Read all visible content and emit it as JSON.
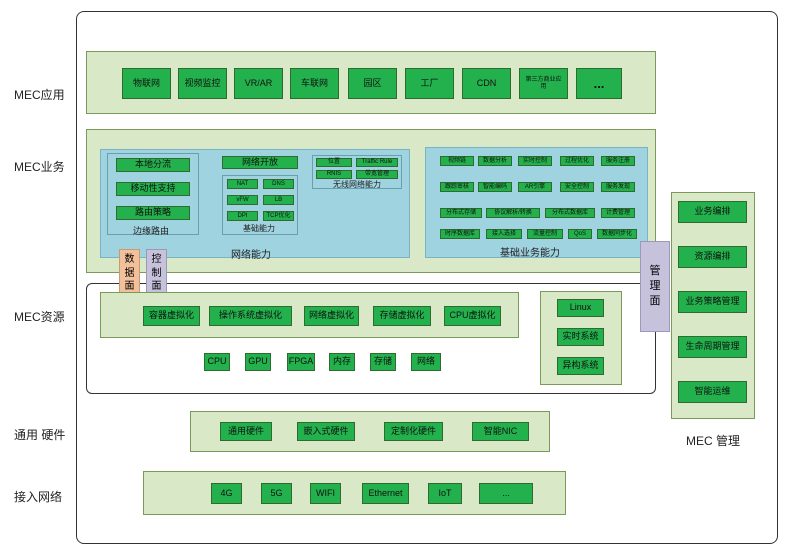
{
  "left_labels": {
    "apps": "MEC应用",
    "business": "MEC业务",
    "resources": "MEC资源",
    "hardware": "通用 硬件",
    "access": "接入网络"
  },
  "apps": [
    "物联网",
    "视频监控",
    "VR/AR",
    "车联网",
    "园区",
    "工厂",
    "CDN",
    "第三方商业应用",
    "..."
  ],
  "edge_routing": {
    "title": "边缘路由",
    "items": [
      "本地分流",
      "移动性支持",
      "路由策略"
    ]
  },
  "network_open": {
    "title": "网络开放",
    "items": [
      "NAT",
      "DNS",
      "vFW",
      "LB",
      "DPI",
      "TCP优化"
    ],
    "caption": "基础能力"
  },
  "wireless": {
    "items": [
      "位置",
      "Traffic Rule",
      "RNIS",
      "带宽管理"
    ],
    "caption": "无线网络能力"
  },
  "network_capability_title": "网络能力",
  "basic_business": {
    "title": "基础业务能力",
    "items": [
      "视频链",
      "数据分析",
      "实时控制",
      "过程优化",
      "服务注册",
      "跟踪审核",
      "智能编码",
      "AR引擎",
      "安全控制",
      "服务发现",
      "分布式存储",
      "协议解析/转换",
      "分布式数据库",
      "计费管理",
      "时序数据库",
      "接入选择",
      "流量控制",
      "QoS",
      "数据同步化"
    ]
  },
  "data_plane": "数据面",
  "control_plane": "控制面",
  "management_plane": "管理面",
  "virtualization": [
    "容器虚拟化",
    "操作系统虚拟化",
    "网络虚拟化",
    "存储虚拟化",
    "CPU虚拟化"
  ],
  "physical": [
    "CPU",
    "GPU",
    "FPGA",
    "内存",
    "存储",
    "网络"
  ],
  "os": [
    "Linux",
    "实时系统",
    "异构系统"
  ],
  "hardware": [
    "通用硬件",
    "嵌入式硬件",
    "定制化硬件",
    "智能NIC"
  ],
  "access": [
    "4G",
    "5G",
    "WIFI",
    "Ethernet",
    "IoT",
    "..."
  ],
  "management": {
    "title": "MEC 管理",
    "items": [
      "业务编排",
      "资源编排",
      "业务策略管理",
      "生命周期管理",
      "智能运维"
    ]
  }
}
